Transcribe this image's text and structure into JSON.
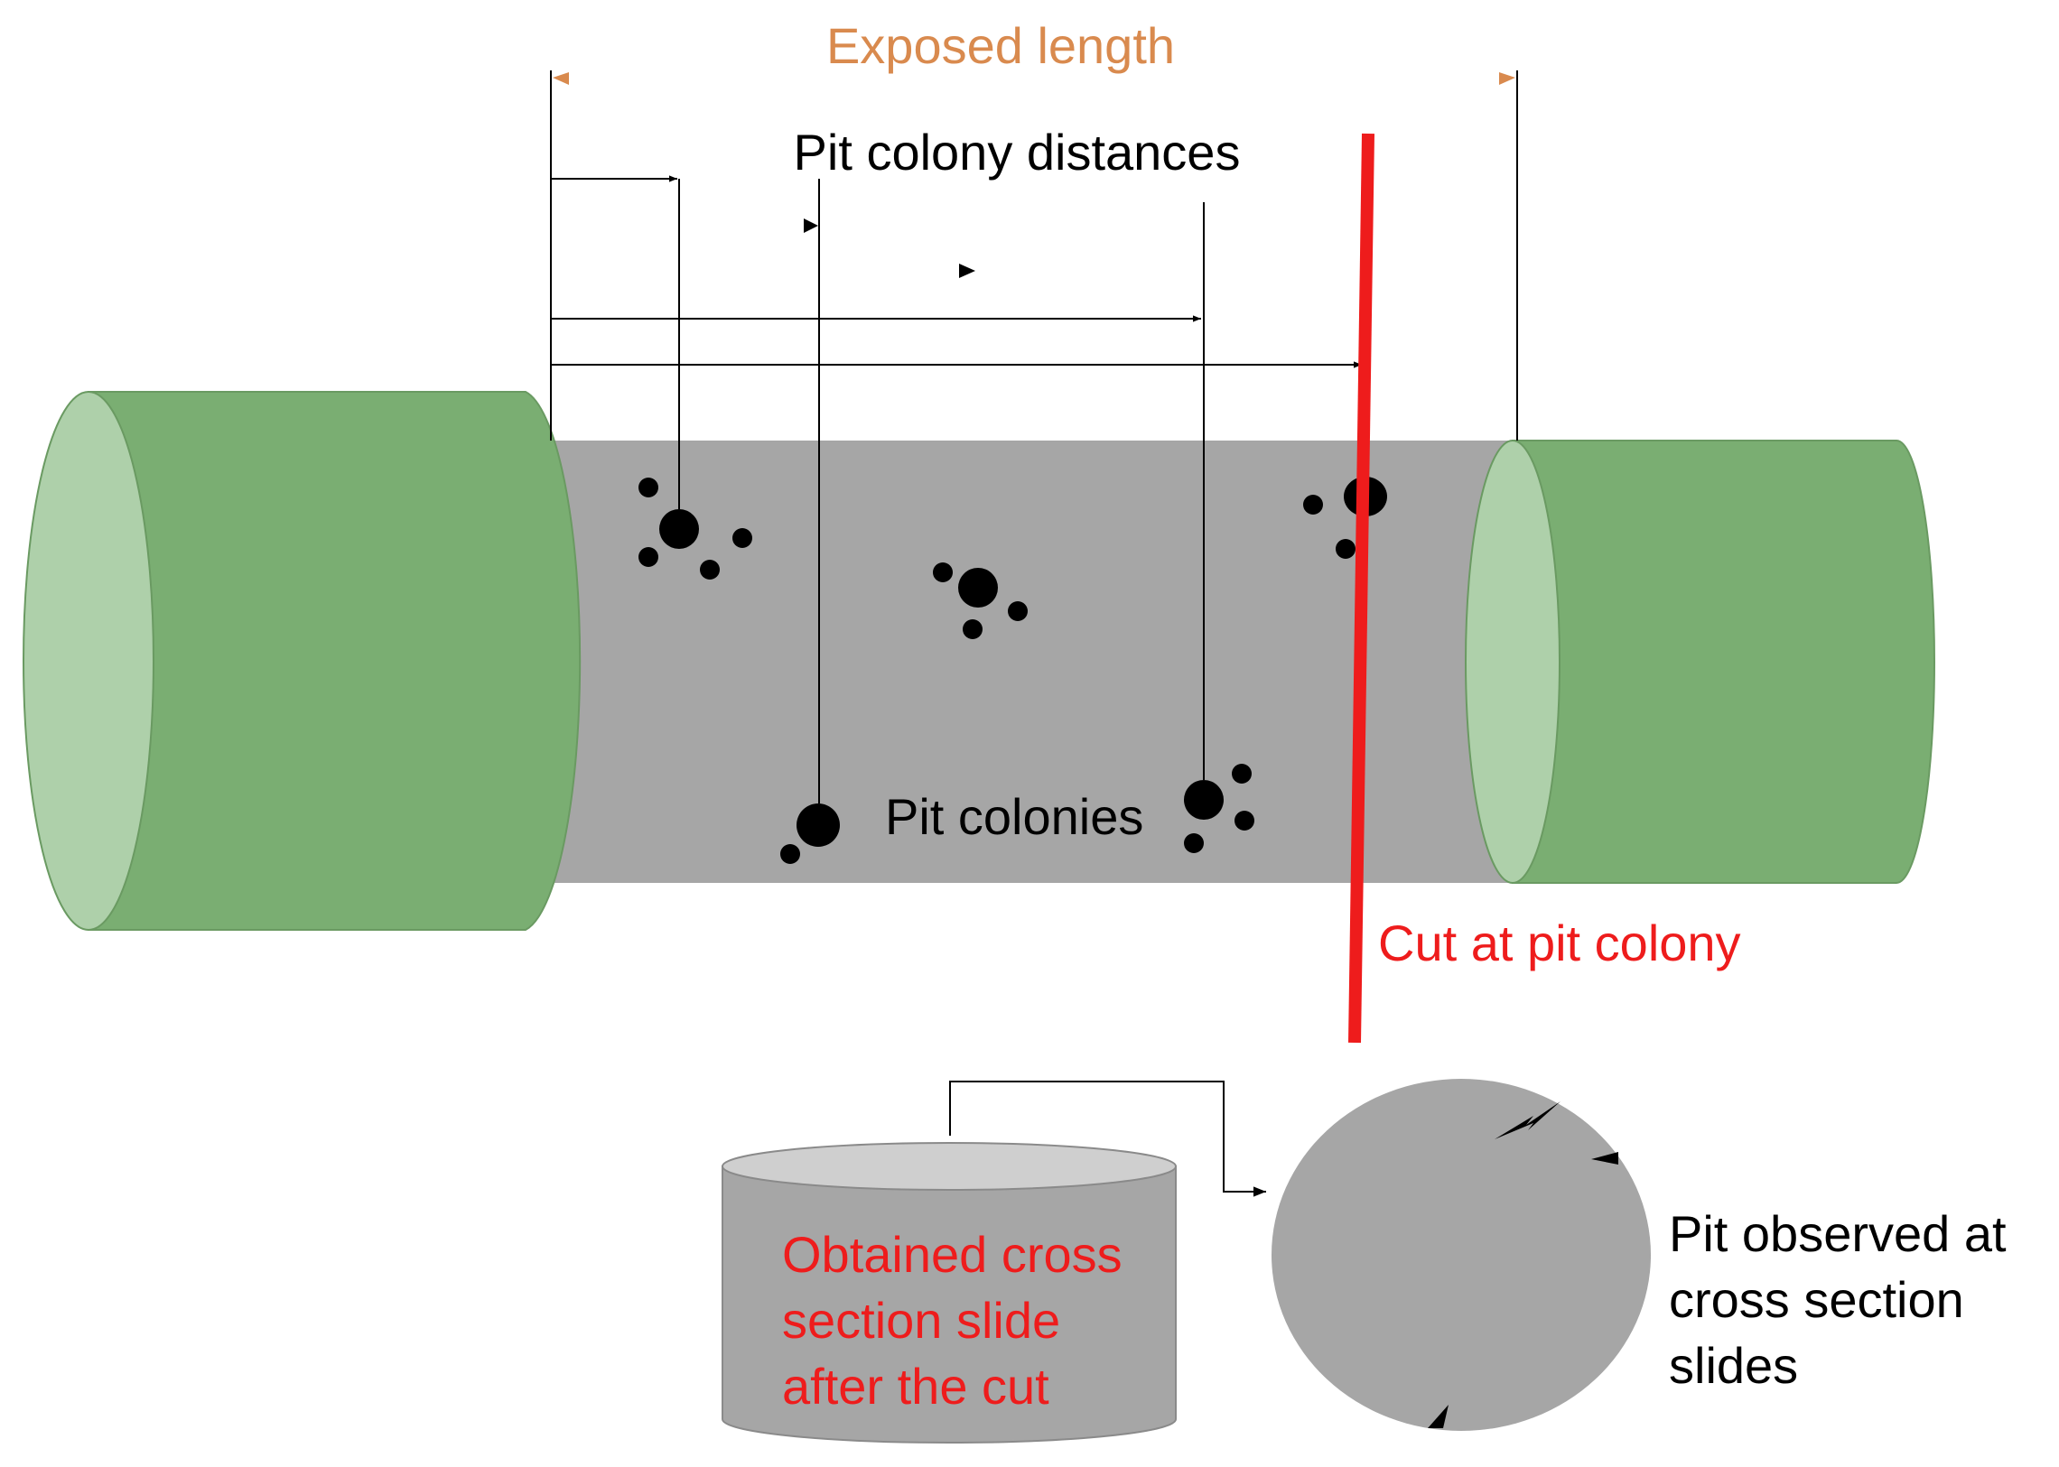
{
  "labels": {
    "exposed_length": "Exposed length",
    "pit_colony_distances": "Pit colony distances",
    "pit_colonies": "Pit colonies",
    "cut_at_pit_colony": "Cut at pit colony",
    "slide_line1": "Obtained cross",
    "slide_line2": "section slide",
    "slide_line3": "after the cut",
    "observed_line1": "Pit observed at",
    "observed_line2": "cross section",
    "observed_line3": "slides"
  },
  "colors": {
    "coating_green": "#7aae72",
    "coating_end_light": "#aed0aa",
    "pipe_gray": "#a6a6a6",
    "slide_top": "#cfcfcf",
    "cut_red": "#ee1c1c",
    "label_red": "#ee1c1c",
    "exposed_orange": "#d98a4e",
    "pits_black": "#000000"
  }
}
